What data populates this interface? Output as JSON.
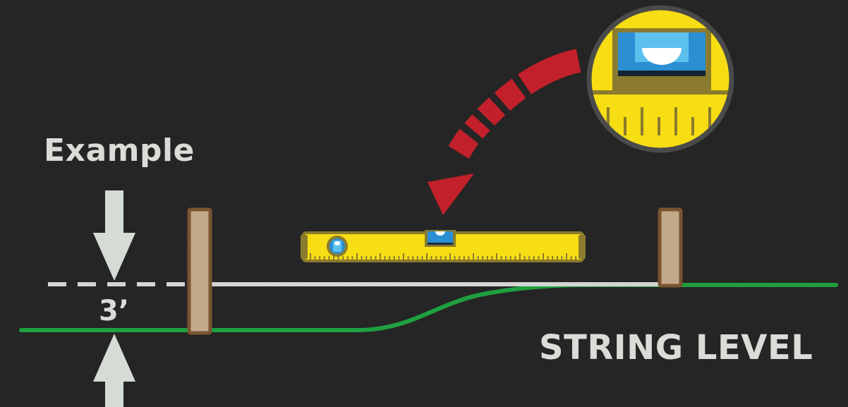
{
  "labels": {
    "example": "Example",
    "measurement": "3’",
    "title": "STRING LEVEL"
  },
  "colors": {
    "background": "#262525",
    "ground": "#1fa040",
    "string": "#d4d4d2",
    "stake_fill": "#c2a98a",
    "stake_border": "#7a5431",
    "level_body": "#f7dd13",
    "level_border": "#8a7b2e",
    "vial": "#2b8fd4",
    "arrow": "#c2202b",
    "measure_arrow": "#d4dcd5",
    "text": "#dadcd8"
  },
  "icons": {
    "stakes": "wooden-stake",
    "tool": "spirit-level",
    "zoom": "bubble-vial-magnifier",
    "pointer": "curved-red-arrow"
  }
}
